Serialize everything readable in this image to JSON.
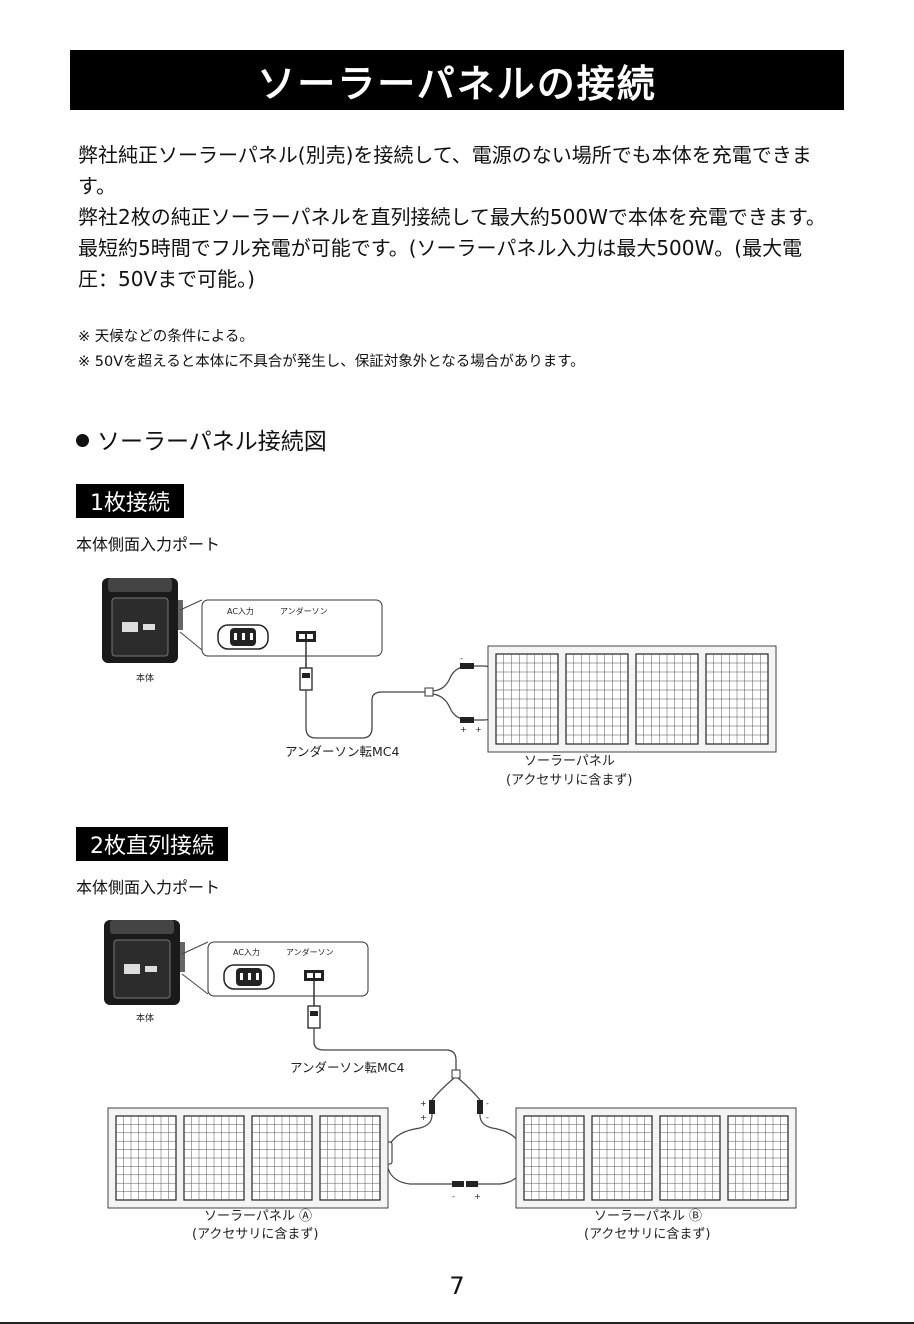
{
  "title": "ソーラーパネルの接続",
  "intro": [
    "弊社純正ソーラーパネル(別売)を接続して、電源のない場所でも本体を充電できます。",
    "弊社2枚の純正ソーラーパネルを直列接続して最大約500Wで本体を充電できます。最短約5時間でフル充電が可能です。(ソーラーパネル入力は最大500W。(最大電圧：50Vまで可能。)"
  ],
  "notes": [
    "※ 天候などの条件による。",
    "※ 50Vを超えると本体に不具合が発生し、保証対象外となる場合があります。"
  ],
  "section_heading": "ソーラーパネル接続図",
  "single": {
    "label": "1枚接続",
    "port_label": "本体側面入力ポート",
    "ac_label": "AC入力",
    "anderson_label": "アンダーソン",
    "body_label": "本体",
    "cable_label": "アンダーソン転MC4",
    "panel_label": "ソーラーパネル",
    "panel_note": "(アクセサリに含まず)",
    "minus": "-",
    "plus": "+"
  },
  "series": {
    "label": "2枚直列接続",
    "port_label": "本体側面入力ポート",
    "ac_label": "AC入力",
    "anderson_label": "アンダーソン",
    "body_label": "本体",
    "cable_label": "アンダーソン転MC4",
    "panel_a_label": "ソーラーパネル Ⓐ",
    "panel_b_label": "ソーラーパネル Ⓑ",
    "panel_note": "(アクセサリに含まず)",
    "minus": "-",
    "plus": "+"
  },
  "page_number": "7"
}
